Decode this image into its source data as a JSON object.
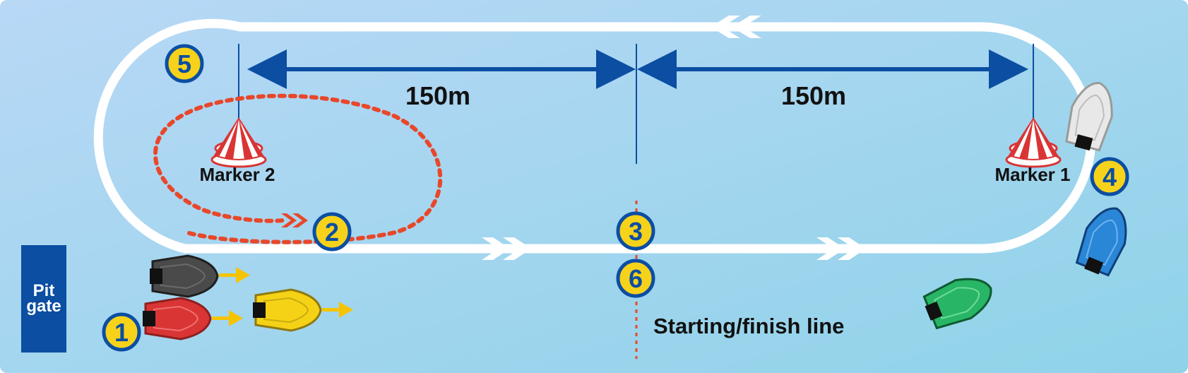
{
  "labels": {
    "distance_left": "150m",
    "distance_right": "150m",
    "marker_2": "Marker 2",
    "marker_1": "Marker 1",
    "start_finish": "Starting/finish line",
    "pit_gate_line1": "Pit",
    "pit_gate_line2": "gate"
  },
  "numbered_points": [
    "1",
    "2",
    "3",
    "4",
    "5",
    "6"
  ],
  "colors": {
    "water_light": "#b8d8f6",
    "water_dark": "#8fd3e8",
    "track_lane": "#ffffff",
    "distance_arrow": "#0b4ea2",
    "badge_fill": "#f7d21a",
    "badge_ring": "#0b4ea2",
    "turn_path": "#e8472a",
    "start_line": "#e8472a",
    "pit_gate": "#0b4ea2",
    "boat_black": "#4a4a4a",
    "boat_red": "#d93535",
    "boat_yellow": "#f5d215",
    "boat_white": "#e8e8e8",
    "boat_blue": "#2a86d6",
    "boat_green": "#28b566",
    "boat_motion_arrow": "#f5c400"
  },
  "icons": [
    "marker-buoy-icon",
    "boat-icon",
    "chevron-arrow-icon",
    "pit-gate-icon"
  ]
}
